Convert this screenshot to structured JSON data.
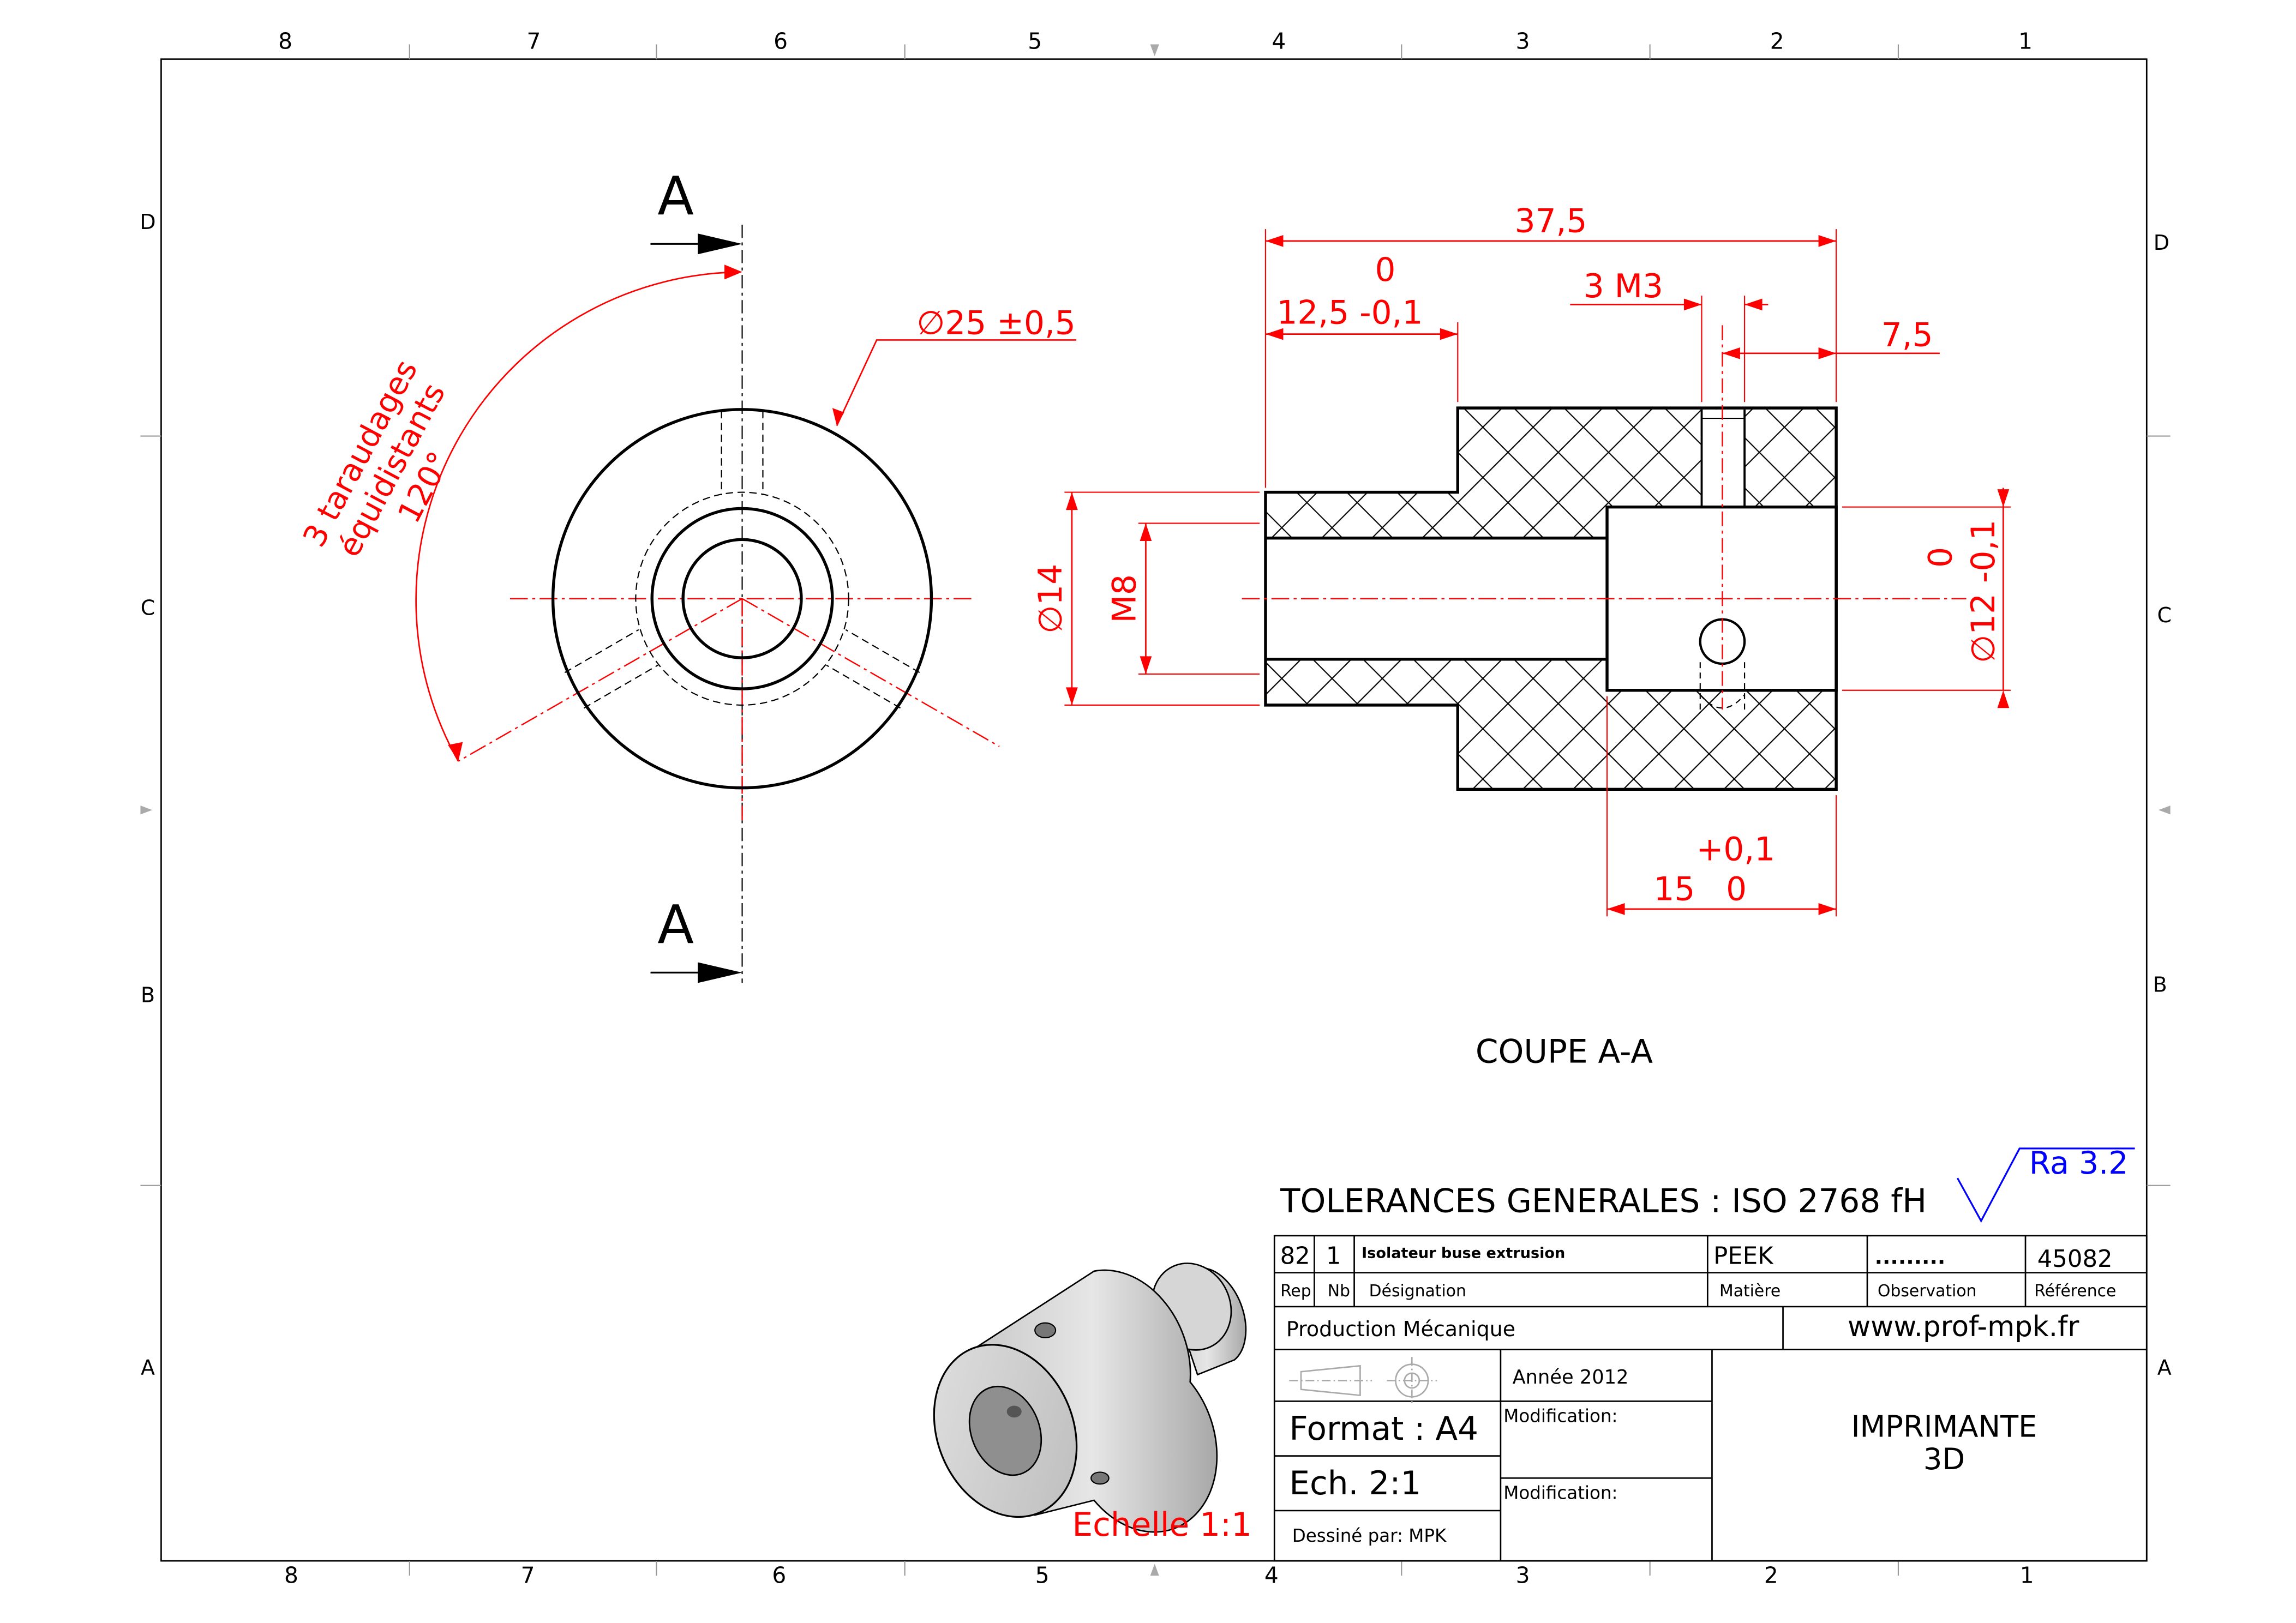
{
  "border": {
    "columns": [
      "8",
      "7",
      "6",
      "5",
      "4",
      "3",
      "2",
      "1"
    ],
    "rows": [
      "D",
      "C",
      "B",
      "A"
    ]
  },
  "front_view": {
    "section_letter_top": "A",
    "section_letter_bottom": "A",
    "diameter_dim": "∅25 ±0,5",
    "taps_note_line1": "3 taraudages",
    "taps_note_line2": "équidistants",
    "taps_angle": "120°"
  },
  "section_view": {
    "title": "COUPE A-A",
    "dim_overall_length": "37,5",
    "dim_shoulder_upper": "0",
    "dim_shoulder_main": "12,5 -0,1",
    "dim_thread": "3 M3",
    "dim_hole_pos": "7,5",
    "dim_outer_dia": "∅14",
    "dim_inner_thread": "M8",
    "dim_bore_upper": "0",
    "dim_bore_main": "∅12 -0,1",
    "dim_depth_upper": "+0,1",
    "dim_depth_main": "15   0"
  },
  "tolerance": {
    "general": "TOLERANCES GENERALES : ISO 2768 fH",
    "roughness": "Ra 3.2"
  },
  "iso_label": "Echelle 1:1",
  "title_block": {
    "rep": "82",
    "nb": "1",
    "designation": "Isolateur buse extrusion",
    "material": "PEEK",
    "observation": ".........",
    "reference": "45082",
    "hdr_rep": "Rep",
    "hdr_nb": "Nb",
    "hdr_designation": "Désignation",
    "hdr_material": "Matière",
    "hdr_observation": "Observation",
    "hdr_reference": "Référence",
    "department": "Production Mécanique",
    "website": "www.prof-mpk.fr",
    "year": "Année 2012",
    "modification1": "Modification:",
    "modification2": "Modification:",
    "format": "Format : A4",
    "scale": "Ech. 2:1",
    "drawn_by": "Dessiné par: MPK",
    "title_line1": "IMPRIMANTE",
    "title_line2": "3D"
  }
}
